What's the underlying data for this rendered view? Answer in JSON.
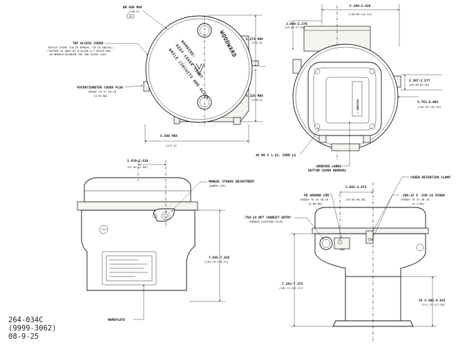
{
  "drawing_number": "264-034C",
  "part_number": "(9999-3062)",
  "date": "08-9-25",
  "top_left_view": {
    "dia_label": "Ø9.800 MAX",
    "dia_mm": "[248.9]",
    "top_access_cover_note": [
      "TOP ACCESS COVER-",
      "ROTATE COVER CCW TO REMOVE, CW TO INSTALL.",
      "TIGHTEN TO SNUG BY PLACING A 1 METER BAR",
      "OR WRENCH BETWEEN THE TWO COVER LUGS."
    ],
    "pot_cover_note": [
      "POTENTIOMETER COVER PLUG",
      "TORQUE TO 27 IN LB",
      "[3.05 Nm]"
    ],
    "width_dim": "5.500 MAX",
    "width_dim_mm": "[137.8]",
    "upper_height_dim": "5.278 MAX",
    "upper_height_dim_mm": "[134.0]",
    "lower_height_dim": "5.325 MAX",
    "lower_height_dim_mm": "[135.3]",
    "cover_text": "WOODWARD",
    "warning_text": [
      "WARNING:",
      "KEEP COVER TIGHT",
      "WHILE CIRCUITS ARE ALIVE"
    ]
  },
  "top_right_view": {
    "width_dim": "5.380-5.620",
    "width_dim_mm": "[136.66-142.74]",
    "offset_dim": "2.090-2.270",
    "offset_dim_mm": "[53.09-57.65]",
    "side_dim_a": "2.397-2.577",
    "side_dim_a_mm": "[60.98-65.46]",
    "side_dim_b": "5.763-6.003",
    "side_dim_b_mm": "[146.39-152.48]",
    "bolt_note": "4X M8 X 1.25, 25MM LG",
    "warning_label_note": [
      "WARNING LABEL",
      "BOTTOM COVER REMOVAL"
    ],
    "label_text": "⚠ WARNING"
  },
  "bottom_left_view": {
    "top_dim": "2.639-2.819",
    "top_dim_mm": "[67.04-71.60]",
    "manual_stroke_note": [
      "MANUAL STROKE ADJUSTMENT",
      "(UNDER CAP)"
    ],
    "height_dim": "7.645-7.825",
    "height_dim_mm": "[194.19-198.75]",
    "nameplate_note": "NAMEPLATE"
  },
  "bottom_right_view": {
    "ground_lug_note": [
      "PE GROUND LUG",
      "TORQUE TO 45 IN LB",
      "[5.08 Nm]"
    ],
    "center_dim": "3.693-3.873",
    "center_dim_mm": "[93.80-98.36]",
    "retention_clamp_note": "COVER RETENTION CLAMP",
    "screw_note": [
      ".190-32 X .438 LG SCREW",
      "TORQUE TO 37 IN LB",
      "[4.2 Nm]"
    ],
    "conduit_note": [
      ".750-14 NPT CONDUIT ENTRY",
      "(REMOVE SHIPPING PLUG)"
    ],
    "height_dim": "7.193-7.373",
    "height_dim_mm": "[182.71-187.27]",
    "mount_dim": "3X 4.401-4.641",
    "mount_dim_mm": "[111.79-117.88]",
    "gnd_text": "GND"
  }
}
